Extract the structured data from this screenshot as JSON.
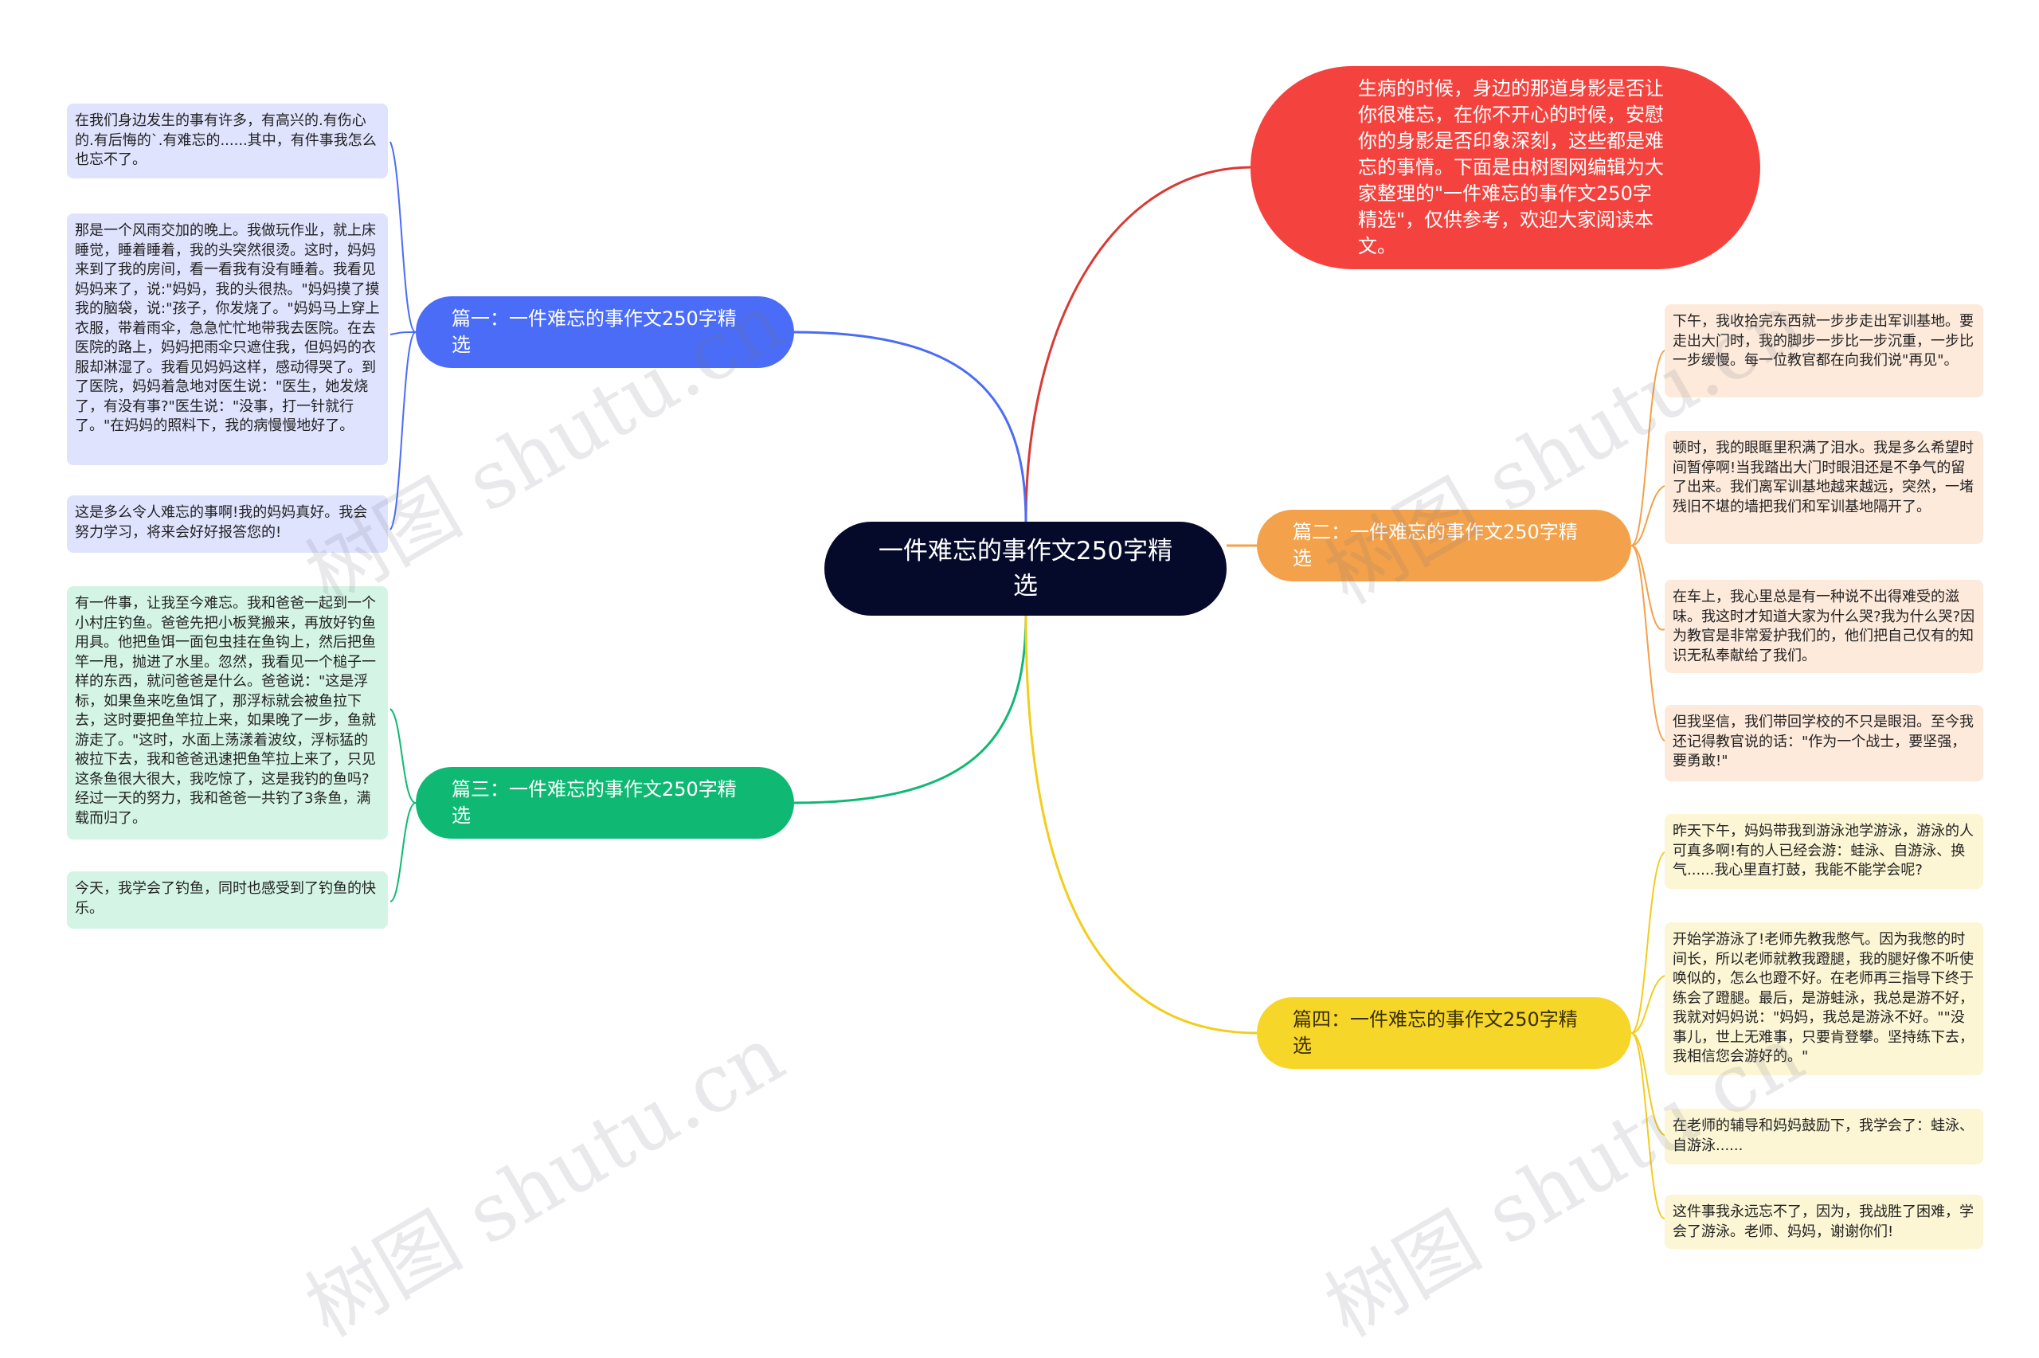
{
  "center": {
    "title": "一件难忘的事作文250字精选"
  },
  "intro": {
    "text": "生病的时候，身边的那道身影是否让你很难忘，在你不开心的时候，安慰你的身影是否印象深刻，这些都是难忘的事情。下面是由树图网编辑为大家整理的\"一件难忘的事作文250字精选\"，仅供参考，欢迎大家阅读本文。"
  },
  "branches": [
    {
      "label": "篇一：一件难忘的事作文250字精选",
      "color": "#4a6cf7",
      "leaves": [
        "在我们身边发生的事有许多，有高兴的.有伤心的.有后悔的`.有难忘的......其中，有件事我怎么也忘不了。",
        "那是一个风雨交加的晚上。我做玩作业，就上床睡觉，睡着睡着，我的头突然很烫。这时，妈妈来到了我的房间，看一看我有没有睡着。我看见妈妈来了，说:\"妈妈，我的头很热。\"妈妈摸了摸我的脑袋，说:\"孩子，你发烧了。\"妈妈马上穿上衣服，带着雨伞，急急忙忙地带我去医院。在去医院的路上，妈妈把雨伞只遮住我，但妈妈的衣服却淋湿了。我看见妈妈这样，感动得哭了。到了医院，妈妈着急地对医生说：\"医生，她发烧了，有没有事?\"医生说：\"没事，打一针就行了。\"在妈妈的照料下，我的病慢慢地好了。",
        "这是多么令人难忘的事啊!我的妈妈真好。我会努力学习，将来会好好报答您的!"
      ]
    },
    {
      "label": "篇二：一件难忘的事作文250字精选",
      "color": "#f3a14a",
      "leaves": [
        "下午，我收拾完东西就一步步走出军训基地。要走出大门时，我的脚步一步比一步沉重，一步比一步缓慢。每一位教官都在向我们说\"再见\"。",
        "顿时，我的眼眶里积满了泪水。我是多么希望时间暂停啊!当我踏出大门时眼泪还是不争气的留了出来。我们离军训基地越来越远，突然，一堵残旧不堪的墙把我们和军训基地隔开了。",
        "在车上，我心里总是有一种说不出得难受的滋味。我这时才知道大家为什么哭?我为什么哭?因为教官是非常爱护我们的，他们把自己仅有的知识无私奉献给了我们。",
        "但我坚信，我们带回学校的不只是眼泪。至今我还记得教官说的话：\"作为一个战士，要坚强，要勇敢!\""
      ]
    },
    {
      "label": "篇三：一件难忘的事作文250字精选",
      "color": "#0fb974",
      "leaves": [
        "有一件事，让我至今难忘。我和爸爸一起到一个小村庄钓鱼。爸爸先把小板凳搬来，再放好钓鱼用具。他把鱼饵一面包虫挂在鱼钩上，然后把鱼竿一甩，抛进了水里。忽然，我看见一个槌子一样的东西，就问爸爸是什么。爸爸说：\"这是浮标，如果鱼来吃鱼饵了，那浮标就会被鱼拉下去，这时要把鱼竿拉上来，如果晚了一步，鱼就游走了。\"这时，水面上荡漾着波纹，浮标猛的被拉下去，我和爸爸迅速把鱼竿拉上来了，只见这条鱼很大很大，我吃惊了，这是我钓的鱼吗?经过一天的努力，我和爸爸一共钓了3条鱼，满载而归了。",
        "今天，我学会了钓鱼，同时也感受到了钓鱼的快乐。"
      ]
    },
    {
      "label": "篇四：一件难忘的事作文250字精选",
      "color": "#f2cd1c",
      "leaves": [
        "昨天下午，妈妈带我到游泳池学游泳，游泳的人可真多啊!有的人已经会游：蛙泳、自游泳、换气......我心里直打鼓，我能不能学会呢?",
        "开始学游泳了!老师先教我憋气。因为我憋的时间长，所以老师就教我蹬腿，我的腿好像不听使唤似的，怎么也蹬不好。在老师再三指导下终于练会了蹬腿。最后，是游蛙泳，我总是游不好，我就对妈妈说：\"妈妈，我总是游泳不好。\"\"没事儿，世上无难事，只要肯登攀。坚持练下去，我相信您会游好的。\"",
        "在老师的辅导和妈妈鼓励下，我学会了：蛙泳、自游泳......",
        "这件事我永远忘不了，因为，我战胜了困难，学会了游泳。老师、妈妈，谢谢你们!"
      ]
    }
  ],
  "watermark": "树图 shutu.cn",
  "colors": {
    "center": "#050a2a",
    "intro": "#f4433e",
    "intro_link": "#d83a34"
  }
}
